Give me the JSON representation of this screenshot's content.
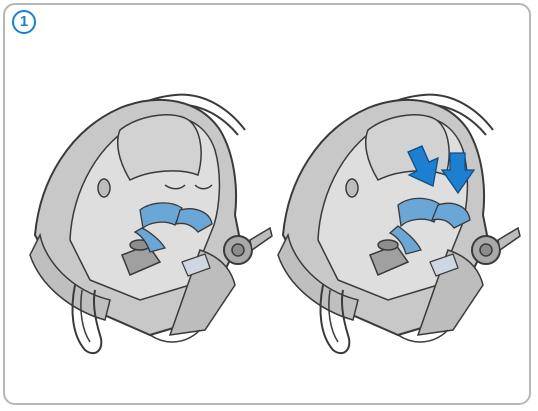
{
  "step": {
    "number": "1"
  },
  "colors": {
    "accent": "#1b7fcf",
    "frame": "#b7b7b7",
    "seat_shell": "#c8c8c8",
    "seat_fabric": "#dedede",
    "seat_outline": "#3a3a3a",
    "harness": "#6aa6d6",
    "arrow": "#1e7fd0"
  },
  "illustrations": [
    {
      "name": "car-seat-harness-on",
      "arrows": false
    },
    {
      "name": "car-seat-harness-pressed",
      "arrows": true
    }
  ]
}
